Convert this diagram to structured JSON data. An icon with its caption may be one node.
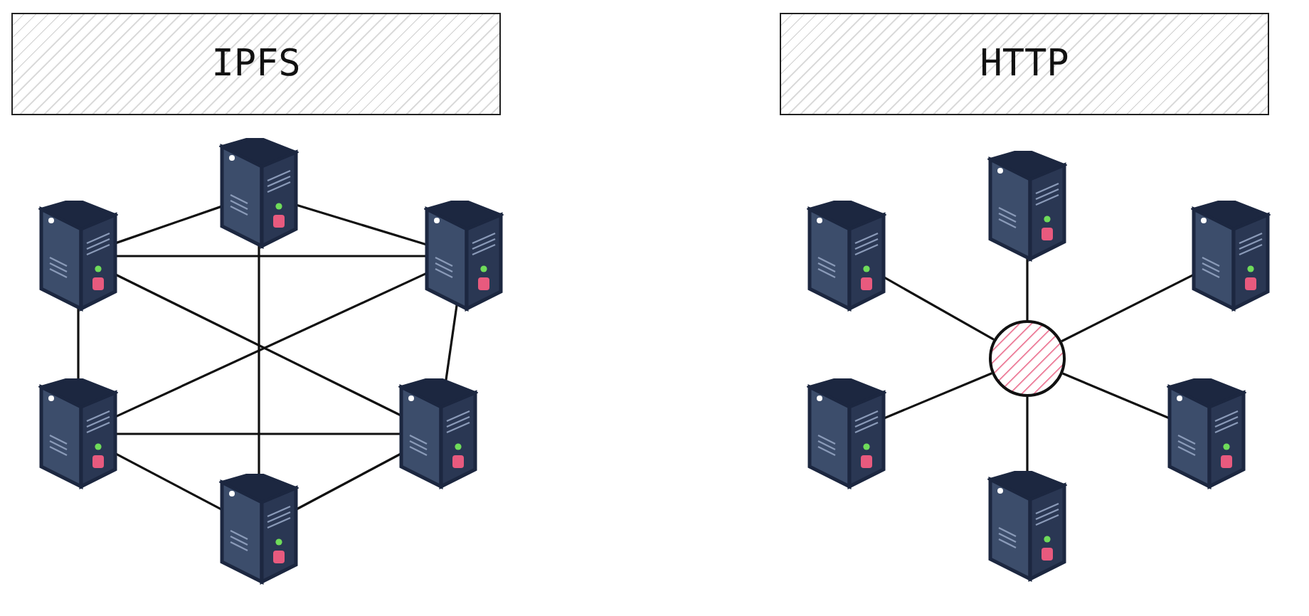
{
  "diagram": {
    "nodes": [
      {
        "text": [
          "IPFS"
        ]
      },
      {
        "text": [
          "HTTP"
        ]
      },
      {
        "text": [],
        "shape": "picture"
      },
      {
        "text": [],
        "shape": "picture"
      },
      {
        "text": [],
        "shape": "picture"
      },
      {
        "text": [],
        "shape": "picture"
      },
      {
        "text": [],
        "shape": "picture"
      },
      {
        "text": [],
        "shape": "picture"
      },
      {
        "text": [],
        "shape": "circle"
      },
      {
        "text": [],
        "shape": "picture"
      },
      {
        "text": [],
        "shape": "picture"
      },
      {
        "text": [],
        "shape": "picture"
      },
      {
        "text": [],
        "shape": "picture"
      },
      {
        "text": [],
        "shape": "picture"
      },
      {
        "text": [],
        "shape": "picture"
      }
    ],
    "edges": [
      {
        "from": 2,
        "to": 3,
        "arrow": "none"
      },
      {
        "from": 2,
        "to": 4,
        "arrow": "none"
      },
      {
        "from": 2,
        "to": 6,
        "arrow": "none"
      },
      {
        "from": 2,
        "to": 5,
        "arrow": "none"
      },
      {
        "from": 3,
        "to": 4,
        "arrow": "none"
      },
      {
        "from": 3,
        "to": 7,
        "arrow": "none"
      },
      {
        "from": 4,
        "to": 6,
        "arrow": "none"
      },
      {
        "from": 4,
        "to": 5,
        "arrow": "none"
      },
      {
        "from": 5,
        "to": 6,
        "arrow": "none"
      },
      {
        "from": 5,
        "to": 7,
        "arrow": "none"
      },
      {
        "from": 6,
        "to": 7,
        "arrow": "none"
      },
      {
        "from": 9,
        "to": 8,
        "arrow": "none"
      },
      {
        "from": 10,
        "to": 8,
        "arrow": "none"
      },
      {
        "from": 11,
        "to": 8,
        "arrow": "none"
      },
      {
        "from": 12,
        "to": 8,
        "arrow": "none"
      },
      {
        "from": 13,
        "to": 8,
        "arrow": "none"
      },
      {
        "from": 14,
        "to": 8,
        "arrow": "none"
      }
    ]
  }
}
